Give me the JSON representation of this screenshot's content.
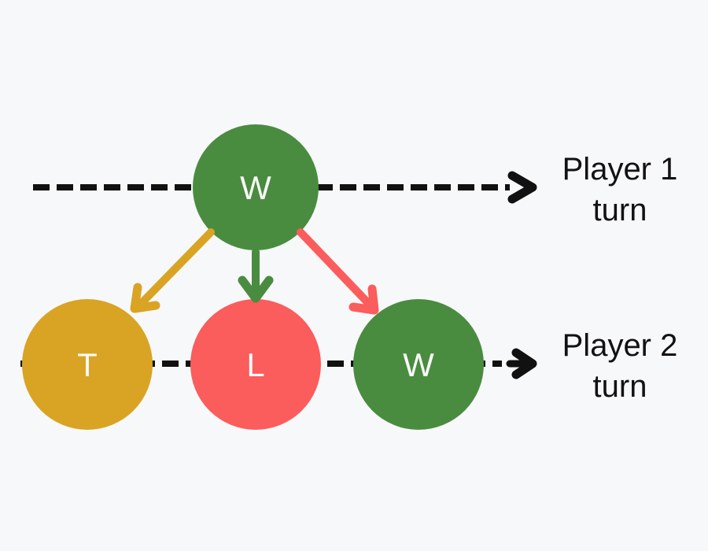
{
  "colors": {
    "background": "#F7F8FA",
    "win_green": "#4A8C3F",
    "tie_gold": "#D9A423",
    "loss_red": "#FB5C5C",
    "timeline_black": "#111111",
    "label_text": "#121212",
    "node_letter": "#FAFAFA"
  },
  "lanes": {
    "player1": {
      "line1": "Player 1",
      "line2": "turn"
    },
    "player2": {
      "line1": "Player 2",
      "line2": "turn"
    }
  },
  "nodes": {
    "root": {
      "label": "W"
    },
    "tie": {
      "label": "T"
    },
    "loss": {
      "label": "L"
    },
    "win": {
      "label": "W"
    }
  }
}
